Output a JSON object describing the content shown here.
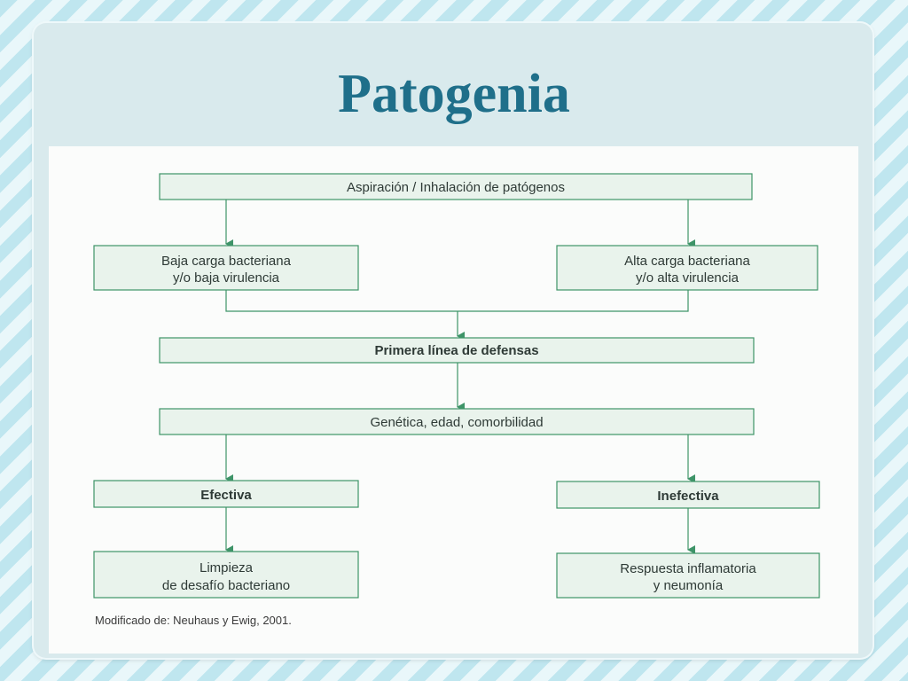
{
  "slide": {
    "title": "Patogenia"
  },
  "diagram": {
    "nodes": {
      "aspiration": "Aspiración / Inhalación de patógenos",
      "low_load_line1": "Baja carga bacteriana",
      "low_load_line2": "y/o baja virulencia",
      "high_load_line1": "Alta carga bacteriana",
      "high_load_line2": "y/o alta virulencia",
      "first_defense": "Primera línea de defensas",
      "factors": "Genética, edad, comorbilidad",
      "effective": "Efectiva",
      "ineffective": "Inefectiva",
      "clearance_line1": "Limpieza",
      "clearance_line2": "de desafío bacteriano",
      "response_line1": "Respuesta inflamatoria",
      "response_line2": "y neumonía"
    },
    "caption": "Modificado de: Neuhaus y Ewig, 2001."
  },
  "colors": {
    "accent": "#3e9468",
    "box_fill": "#e9f3ec",
    "title": "#1f6f8a"
  }
}
